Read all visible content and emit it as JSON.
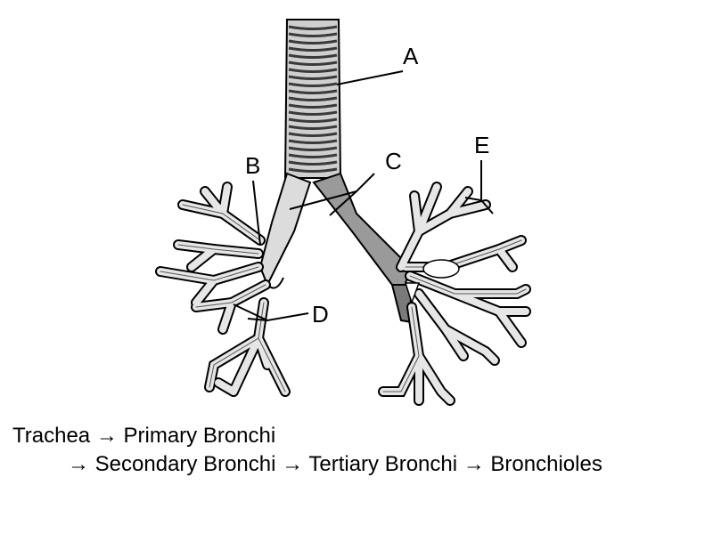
{
  "labels": {
    "a": "A",
    "b": "B",
    "c": "C",
    "d": "D",
    "e": "E"
  },
  "caption": {
    "line1": "Trachea → Primary Bronchi",
    "line2": "→ Secondary Bronchi → Tertiary Bronchi  → Bronchioles"
  },
  "colors": {
    "ink": "#000000",
    "tissue_fill": "#d9d9d9",
    "cartilage": "#4a4a4a"
  }
}
